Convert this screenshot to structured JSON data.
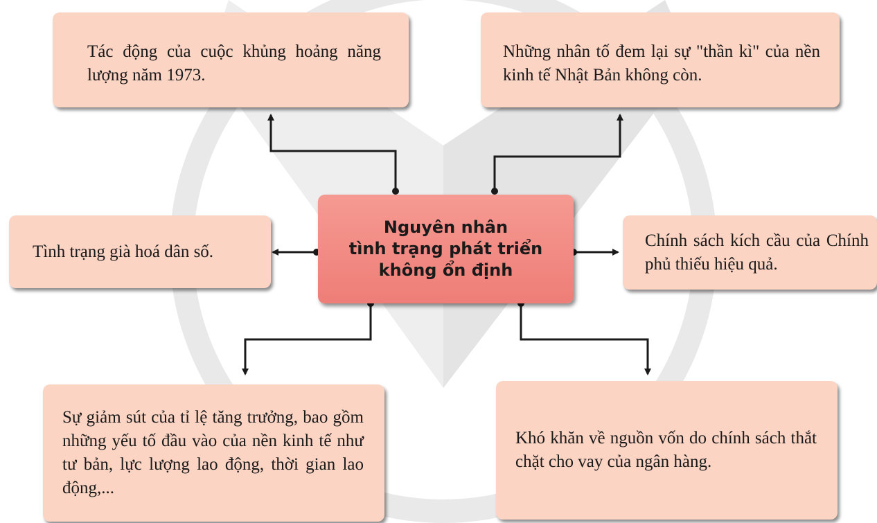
{
  "center": {
    "label": "Nguyên nhân\ntình trạng phát triển\nkhông ổn định"
  },
  "causes": {
    "top_left": "Tác động của cuộc khủng hoảng năng lượng năm 1973.",
    "top_right": "Những nhân tố đem lại sự \"thần kì\" của nền kinh tế Nhật Bản không còn.",
    "middle_left": "Tình trạng già hoá dân số.",
    "middle_right": "Chính sách kích cầu của Chính phủ thiếu hiệu quả.",
    "bottom_left": "Sự giảm sút của tỉ lệ tăng trưởng, bao gồm những yếu tố đầu vào của nền kinh tế như tư bản, lực lượng lao động, thời gian lao động,...",
    "bottom_right": "Khó khăn về nguồn vốn do chính sách thắt chặt cho vay của ngân hàng."
  },
  "colors": {
    "box_fill": "#fcd4c4",
    "center_fill": "#ef837b",
    "connector": "#1a1a1a",
    "watermark": "#e6e6e6"
  }
}
